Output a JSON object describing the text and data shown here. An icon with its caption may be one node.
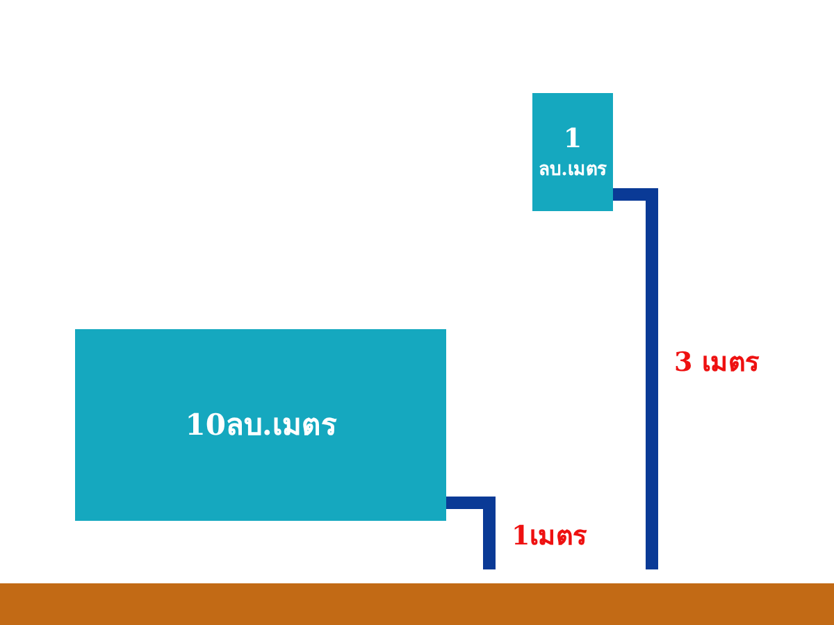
{
  "diagram": {
    "nodes": [
      {
        "text": [
          "1",
          "ลบ.เมตร"
        ]
      },
      {
        "text": [
          "10ลบ.เมตร"
        ]
      }
    ],
    "edges": [
      {
        "from": 0,
        "to": null,
        "arrow": "none"
      },
      {
        "from": 1,
        "to": null,
        "arrow": "none"
      }
    ],
    "labels": [
      "3 เมตร",
      "1เมตร"
    ]
  }
}
